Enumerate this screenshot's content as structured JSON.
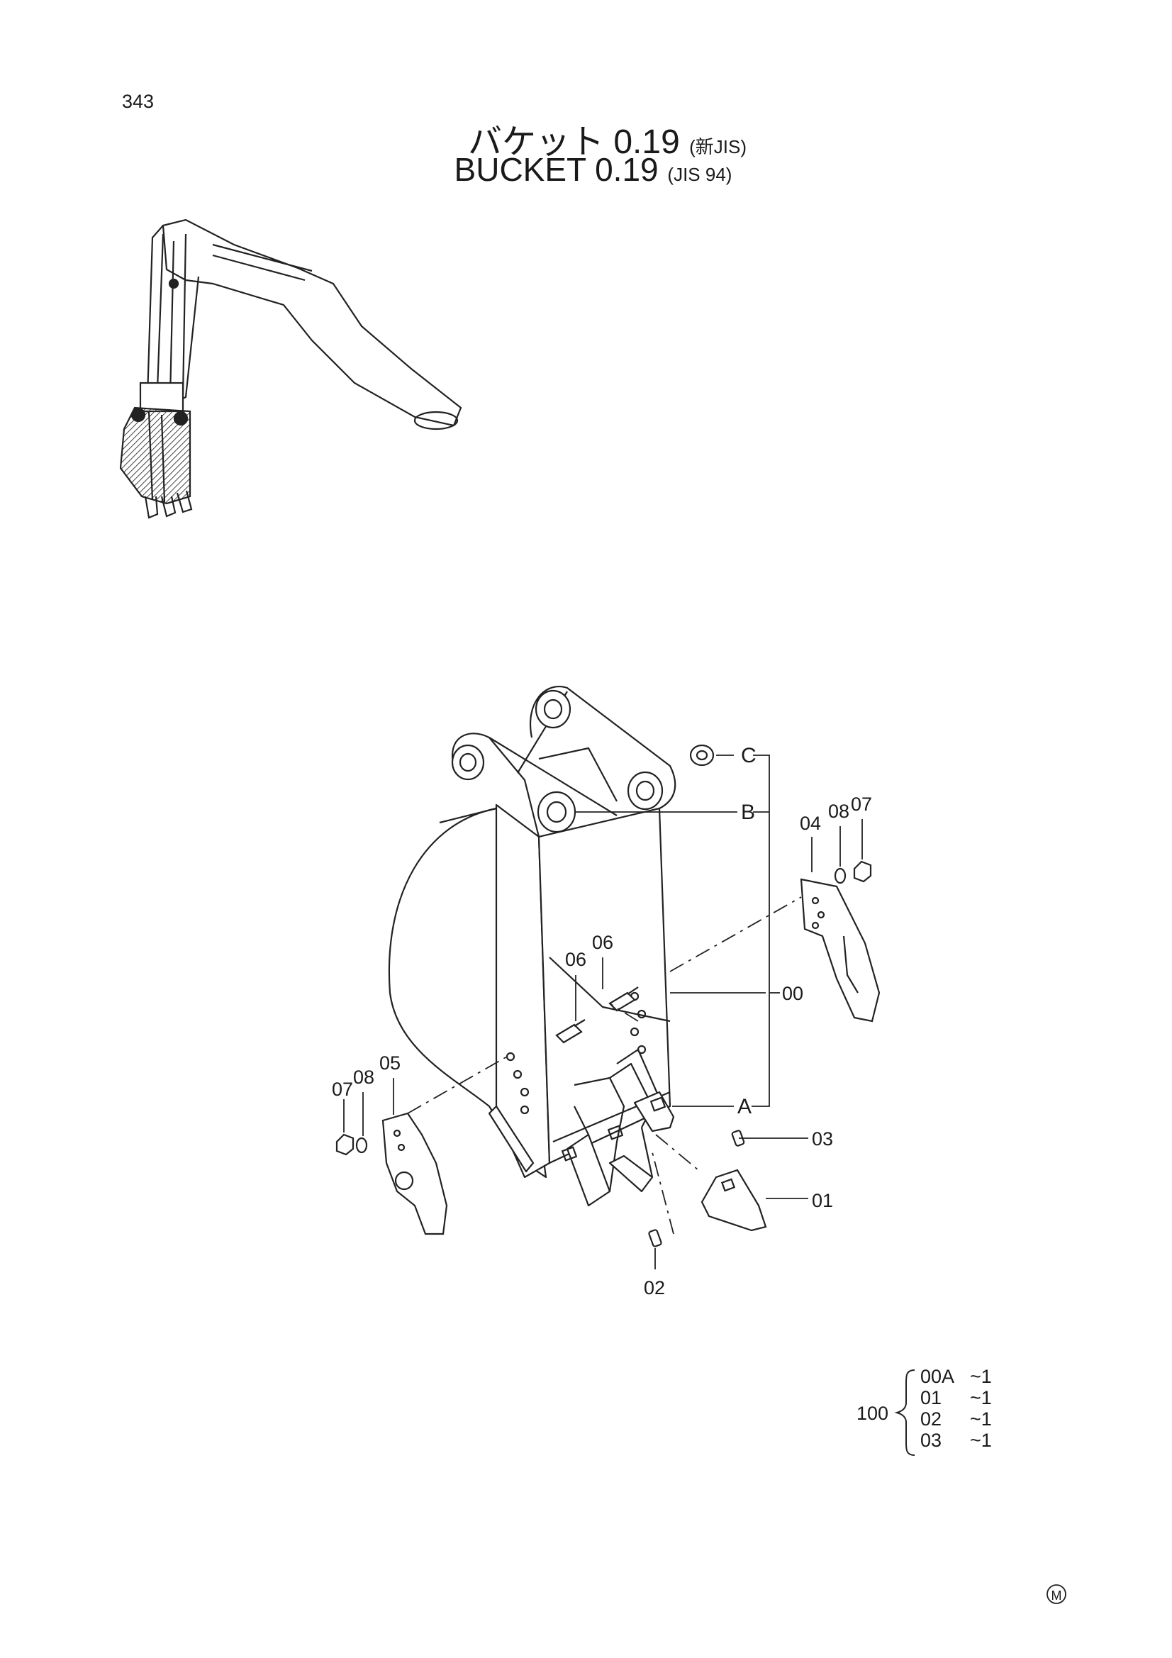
{
  "page_number": "343",
  "title": {
    "jp_main": "バケット 0.19",
    "jp_note": "(新JIS)",
    "en_main": "BUCKET",
    "en_value": "0.19",
    "en_note": "(JIS 94)"
  },
  "callouts": {
    "c00": "00",
    "c01": "01",
    "c02": "02",
    "c03": "03",
    "c04": "04",
    "c05": "05",
    "c06a": "06",
    "c06b": "06",
    "c07a": "07",
    "c07b": "07",
    "c08a": "08",
    "c08b": "08",
    "A": "A",
    "B": "B",
    "C": "C"
  },
  "kit": {
    "number": "100",
    "items": [
      {
        "part": "00A",
        "qty": "~1"
      },
      {
        "part": "01",
        "qty": "~1"
      },
      {
        "part": "02",
        "qty": "~1"
      },
      {
        "part": "03",
        "qty": "~1"
      }
    ]
  },
  "mark": "M"
}
